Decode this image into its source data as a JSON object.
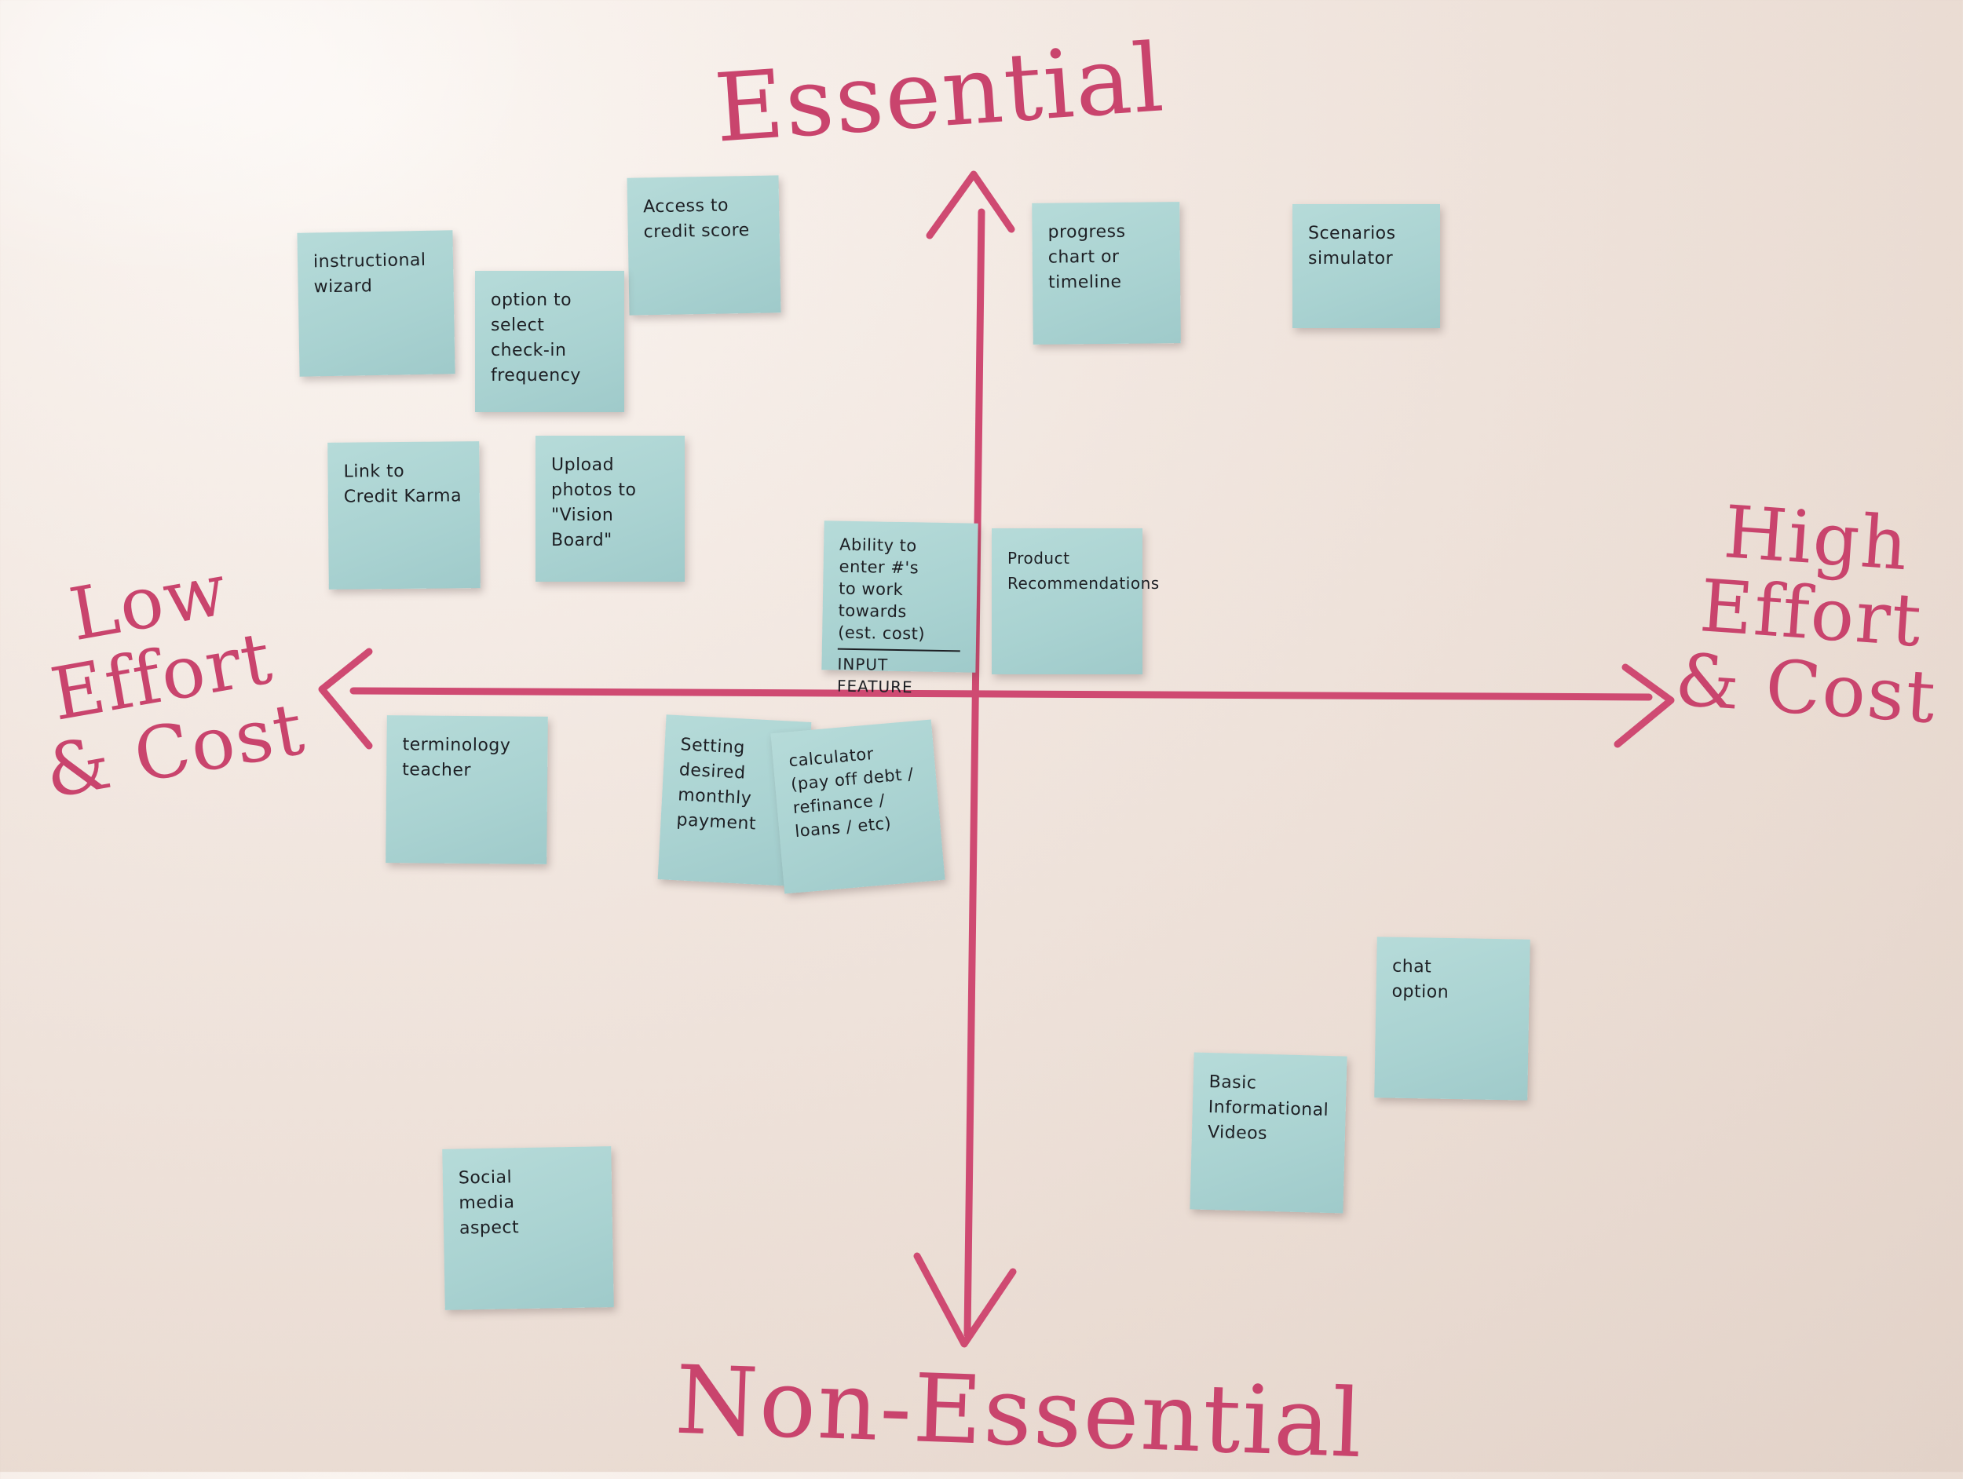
{
  "axes": {
    "top": "Essential",
    "bottom": "Non-Essential",
    "left": [
      "Low",
      "Effort",
      "& Cost"
    ],
    "right": [
      "High",
      "Effort",
      "& Cost"
    ]
  },
  "notes": [
    {
      "id": "access-credit-score",
      "text": "Access to\ncredit score"
    },
    {
      "id": "instructional-wizard",
      "text": "instructional\nwizard"
    },
    {
      "id": "check-in-frequency",
      "text": "option to\nselect check-in\nfrequency"
    },
    {
      "id": "progress-chart",
      "text": "progress\nchart or\ntimeline"
    },
    {
      "id": "scenarios-simulator",
      "text": "Scenarios\nsimulator"
    },
    {
      "id": "credit-karma",
      "text": "Link to\nCredit Karma"
    },
    {
      "id": "vision-board",
      "text": "Upload\nphotos to\n\"Vision Board\""
    },
    {
      "id": "ability-enter",
      "text": "Ability to\nenter #'s\nto work towards\n(est. cost)",
      "sub": "INPUT FEATURE"
    },
    {
      "id": "product-recommendations",
      "text": "Product\nRecommendations"
    },
    {
      "id": "terminology-teacher",
      "text": "terminology\nteacher"
    },
    {
      "id": "monthly-payment",
      "text": "Setting\ndesired\nmonthly\npayment"
    },
    {
      "id": "calculator",
      "text": "calculator\n(pay off debt /\nrefinance /\nloans / etc)"
    },
    {
      "id": "chat-option",
      "text": "chat\noption"
    },
    {
      "id": "informational-videos",
      "text": "Basic\nInformational\nVideos"
    },
    {
      "id": "social-media",
      "text": "Social\nmedia\naspect"
    }
  ]
}
